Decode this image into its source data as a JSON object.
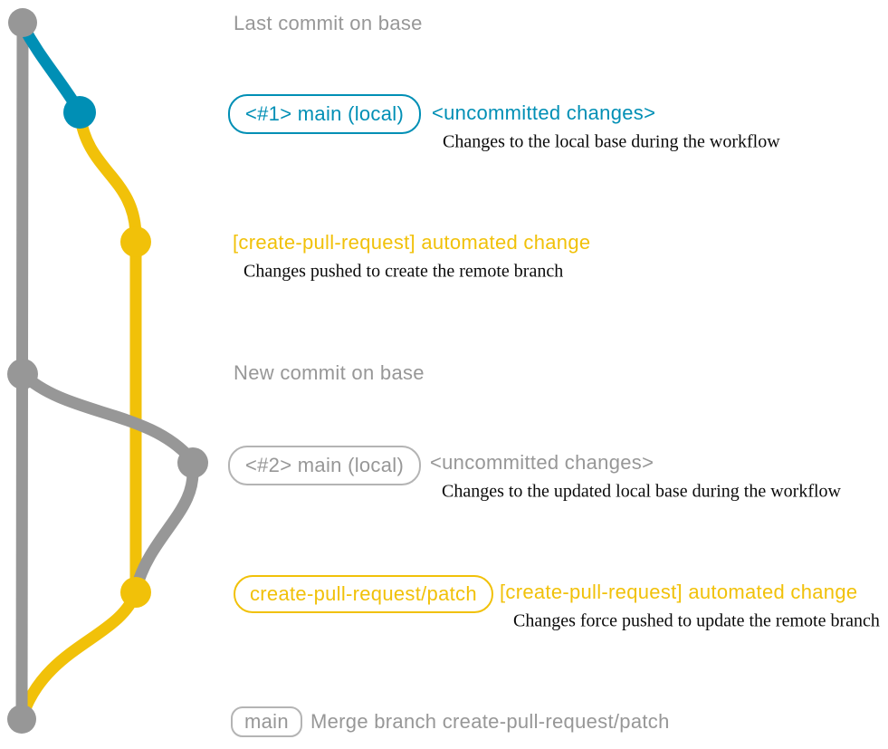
{
  "colors": {
    "gray": "#979797",
    "gray_light": "#b4b4b4",
    "teal": "#008fb5",
    "yellow": "#f1c109",
    "ink": "#0b0b0b"
  },
  "graph": {
    "description": "Git graph: gray base branch with teal and yellow topic branches",
    "branches": [
      {
        "name": "base",
        "color_key": "gray"
      },
      {
        "name": "main (local) #1",
        "color_key": "teal"
      },
      {
        "name": "create-pull-request/patch",
        "color_key": "yellow"
      },
      {
        "name": "main (local) #2",
        "color_key": "gray"
      }
    ],
    "commits": [
      {
        "id": "last-commit-on-base",
        "color_key": "gray"
      },
      {
        "id": "uncommitted-changes-1",
        "color_key": "teal"
      },
      {
        "id": "automated-change",
        "color_key": "yellow"
      },
      {
        "id": "new-commit-on-base",
        "color_key": "gray"
      },
      {
        "id": "uncommitted-changes-2",
        "color_key": "gray"
      },
      {
        "id": "automated-change-force-pushed",
        "color_key": "yellow"
      },
      {
        "id": "merge-commit",
        "color_key": "gray"
      }
    ]
  },
  "annotations": {
    "last_commit_label": "Last commit on base",
    "row1": {
      "badge": "<#1> main (local)",
      "title": "<uncommitted changes>",
      "description": "Changes to the local base during the workflow"
    },
    "row2": {
      "title": "[create-pull-request] automated change",
      "description": "Changes pushed to create the remote branch"
    },
    "new_commit_label": "New commit on base",
    "row3": {
      "badge": "<#2> main (local)",
      "title": "<uncommitted changes>",
      "description": "Changes to the updated local base during the workflow"
    },
    "row4": {
      "badge": "create-pull-request/patch",
      "title": "[create-pull-request] automated change",
      "description": "Changes force pushed to update the remote branch"
    },
    "row5": {
      "badge": "main",
      "title": "Merge branch create-pull-request/patch"
    }
  }
}
